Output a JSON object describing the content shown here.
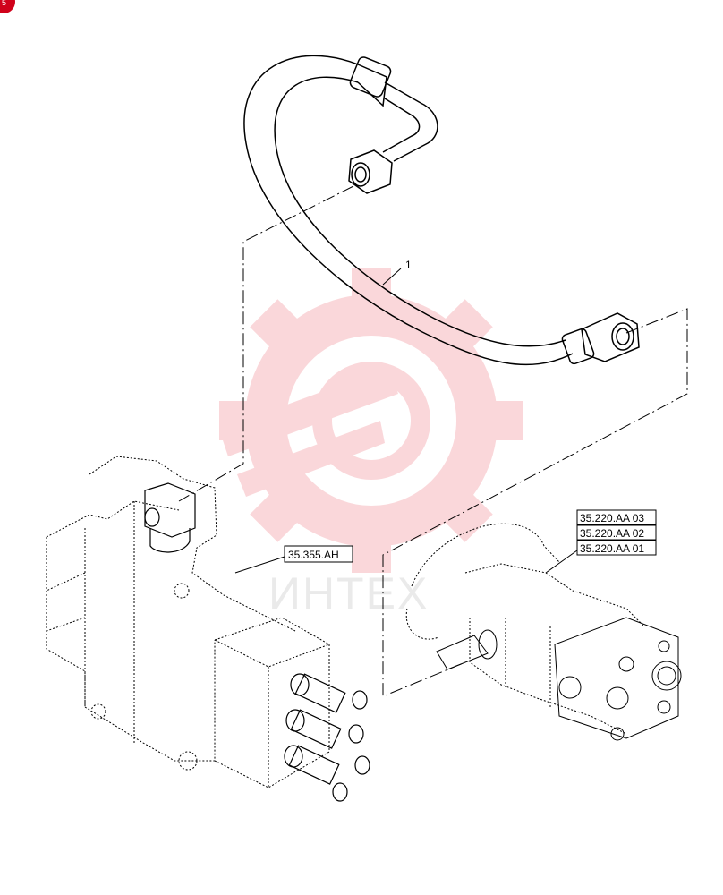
{
  "diagram": {
    "callouts": [
      {
        "id": "hose",
        "label": "1"
      }
    ],
    "references": [
      {
        "id": "control-valve-ref",
        "label": "35.355.AH"
      },
      {
        "id": "pump-ref-3",
        "label": "35.220.AA 03"
      },
      {
        "id": "pump-ref-2",
        "label": "35.220.AA 02"
      },
      {
        "id": "pump-ref-1",
        "label": "35.220.AA 01"
      }
    ],
    "watermark_text": "ИНТЕХ",
    "colors": {
      "line": "#000000",
      "hidden_line": "#555555",
      "watermark_gear": "#f6b8bd",
      "corner_badge": "#d0021b"
    }
  }
}
